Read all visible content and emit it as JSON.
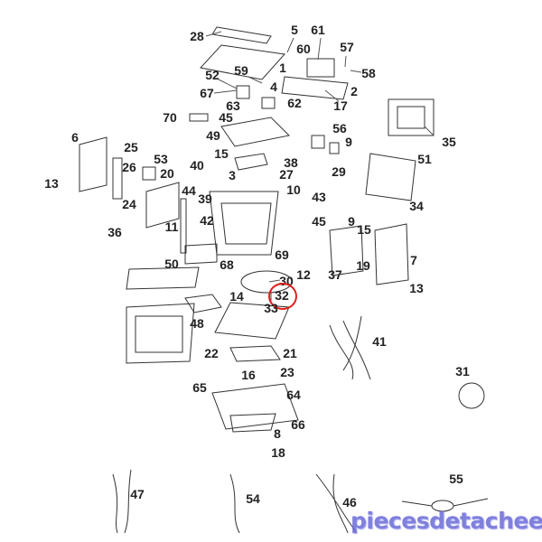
{
  "labels": [
    "28",
    "5",
    "61",
    "60",
    "57",
    "58",
    "1",
    "59",
    "52",
    "4",
    "2",
    "67",
    "17",
    "63",
    "62",
    "70",
    "45",
    "35",
    "56",
    "9",
    "49",
    "15",
    "6",
    "25",
    "53",
    "20",
    "26",
    "40",
    "3",
    "38",
    "29",
    "51",
    "27",
    "13",
    "44",
    "10",
    "43",
    "24",
    "39",
    "34",
    "36",
    "42",
    "45",
    "9",
    "15",
    "11",
    "7",
    "50",
    "68",
    "69",
    "19",
    "37",
    "12",
    "30",
    "13",
    "14",
    "32",
    "33",
    "48",
    "41",
    "22",
    "21",
    "16",
    "23",
    "65",
    "64",
    "31",
    "66",
    "8",
    "18",
    "55",
    "47",
    "54",
    "46"
  ],
  "highlighted_part": "32",
  "highlight_color": "#e0201a",
  "watermark": "piecesdetacheeselec.com"
}
